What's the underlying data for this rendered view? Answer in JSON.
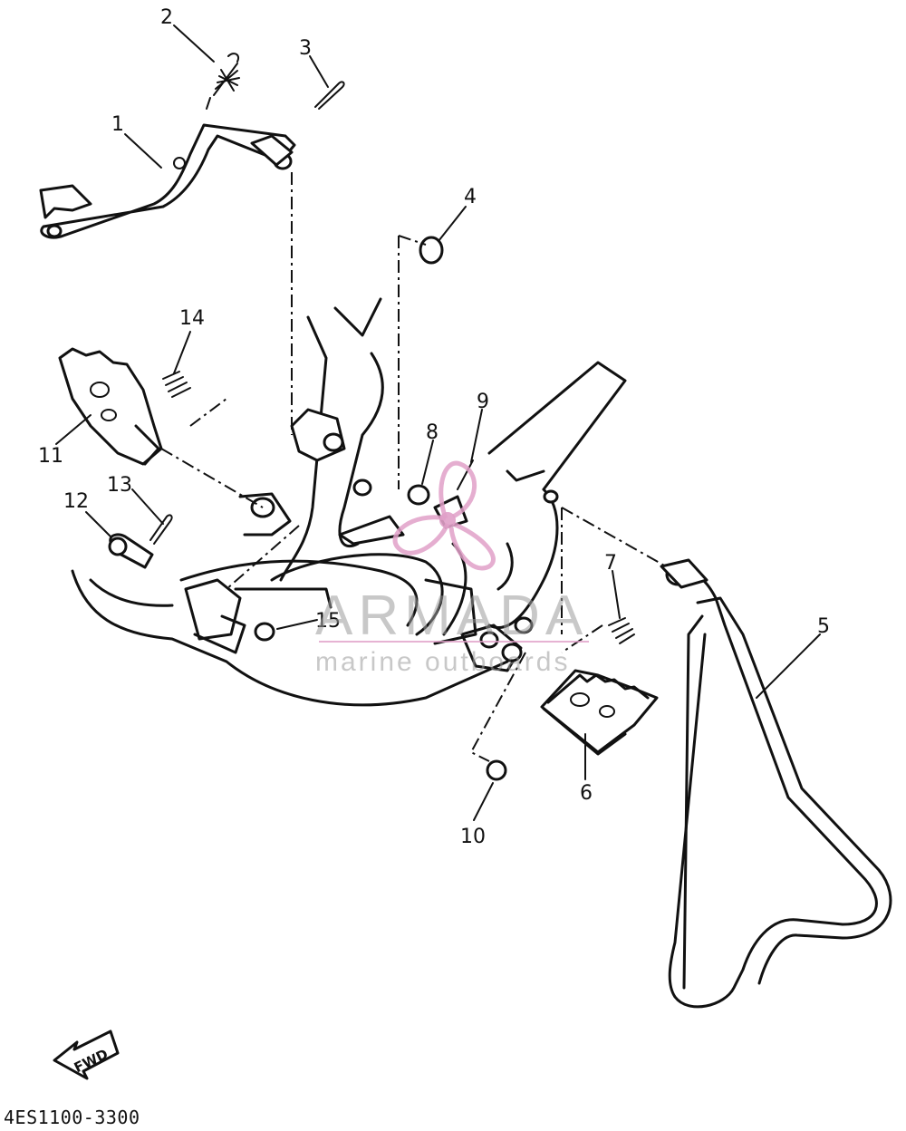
{
  "diagram": {
    "part_labels": [
      "1",
      "2",
      "3",
      "4",
      "5",
      "6",
      "7",
      "8",
      "9",
      "10",
      "11",
      "12",
      "13",
      "14",
      "15"
    ],
    "diagram_code": "4ES1100-3300",
    "fwd_label": "FWD"
  },
  "watermark": {
    "title": "ARMADA",
    "subtitle": "marine outboards",
    "color": "#e0a0c8"
  }
}
